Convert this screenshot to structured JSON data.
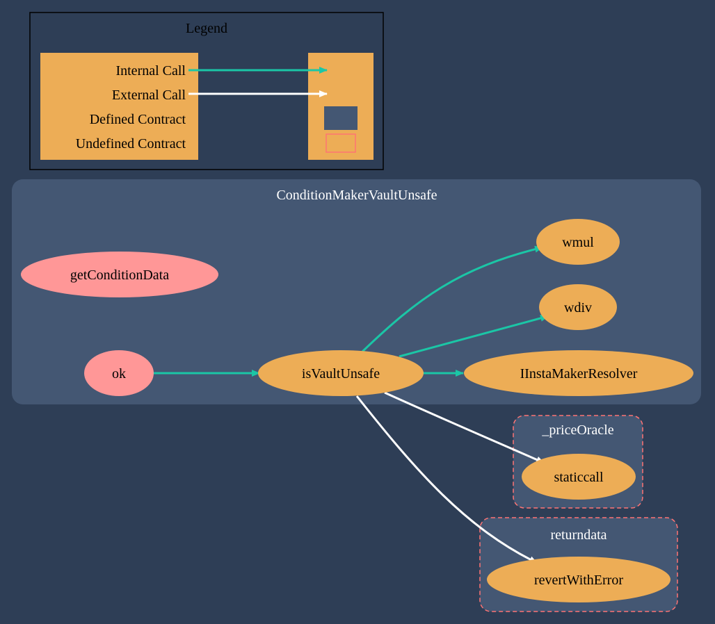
{
  "legend": {
    "title": "Legend",
    "items": {
      "internal_call": "Internal Call",
      "external_call": "External Call",
      "defined_contract": "Defined Contract",
      "undefined_contract": "Undefined Contract"
    }
  },
  "clusters": {
    "main": "ConditionMakerVaultUnsafe",
    "price_oracle": "_priceOracle",
    "returndata": "returndata"
  },
  "nodes": {
    "getConditionData": "getConditionData",
    "ok": "ok",
    "isVaultUnsafe": "isVaultUnsafe",
    "wmul": "wmul",
    "wdiv": "wdiv",
    "IInstaMakerResolver": "IInstaMakerResolver",
    "staticcall": "staticcall",
    "revertWithError": "revertWithError"
  },
  "edges": [
    {
      "from": "ok",
      "to": "isVaultUnsafe",
      "kind": "internal"
    },
    {
      "from": "isVaultUnsafe",
      "to": "wmul",
      "kind": "internal"
    },
    {
      "from": "isVaultUnsafe",
      "to": "wdiv",
      "kind": "internal"
    },
    {
      "from": "isVaultUnsafe",
      "to": "IInstaMakerResolver",
      "kind": "internal"
    },
    {
      "from": "isVaultUnsafe",
      "to": "staticcall",
      "kind": "external"
    },
    {
      "from": "isVaultUnsafe",
      "to": "revertWithError",
      "kind": "external"
    }
  ],
  "colors": {
    "background": "#2e3e56",
    "cluster_fill": "#445773",
    "node_defined": "#edad56",
    "node_public": "#ff9797",
    "edge_internal": "#1bc6a6",
    "edge_external": "#ffffff",
    "undefined_border": "#ff7474"
  }
}
